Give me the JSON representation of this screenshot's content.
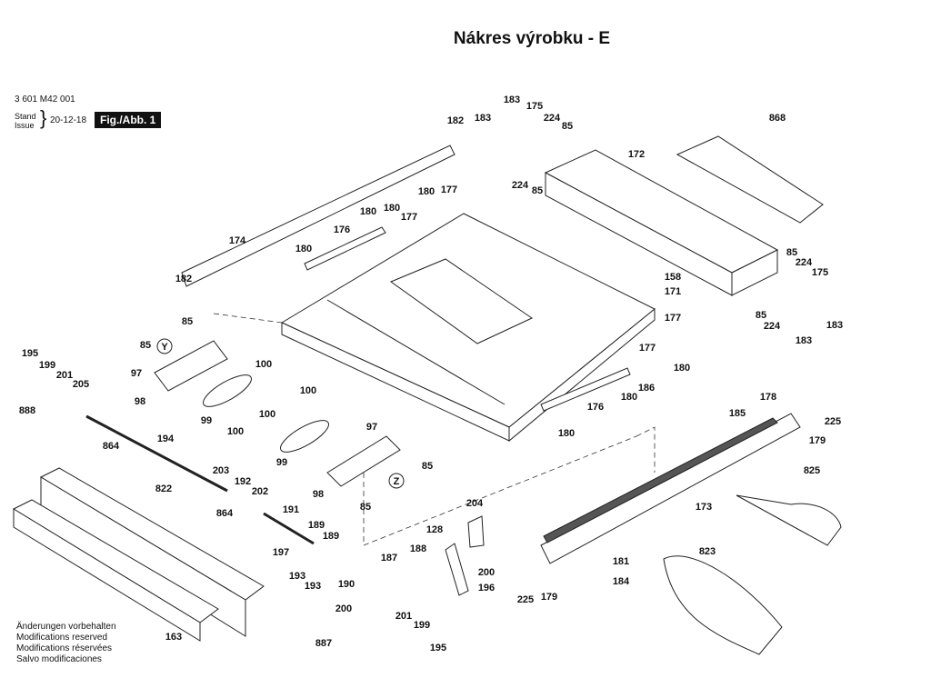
{
  "title": "Nákres výrobku - E",
  "header": {
    "part_code": "3 601 M42 001",
    "stand_label": "Stand",
    "issue_label": "Issue",
    "date": "20-12-18",
    "figure": "Fig./Abb. 1"
  },
  "notes": [
    "Änderungen vorbehalten",
    "Modifications reserved",
    "Modifications réservées",
    "Salvo modificaciones"
  ],
  "callouts": [
    "183",
    "175",
    "183",
    "224",
    "85",
    "182",
    "868",
    "172",
    "224",
    "85",
    "180",
    "177",
    "180",
    "180",
    "177",
    "174",
    "176",
    "180",
    "85",
    "224",
    "175",
    "158",
    "171",
    "182",
    "85",
    "224",
    "183",
    "85",
    "177",
    "183",
    "85",
    "Y",
    "195",
    "199",
    "177",
    "97",
    "201",
    "100",
    "205",
    "180",
    "186",
    "98",
    "100",
    "180",
    "99",
    "100",
    "100",
    "176",
    "178",
    "225",
    "888",
    "180",
    "185",
    "179",
    "97",
    "194",
    "864",
    "99",
    "85",
    "825",
    "203",
    "Z",
    "822",
    "192",
    "202",
    "98",
    "85",
    "204",
    "173",
    "864",
    "191",
    "189",
    "128",
    "189",
    "197",
    "188",
    "187",
    "823",
    "181",
    "200",
    "193",
    "193",
    "190",
    "225",
    "179",
    "184",
    "196",
    "200",
    "201",
    "199",
    "163",
    "887",
    "195"
  ]
}
